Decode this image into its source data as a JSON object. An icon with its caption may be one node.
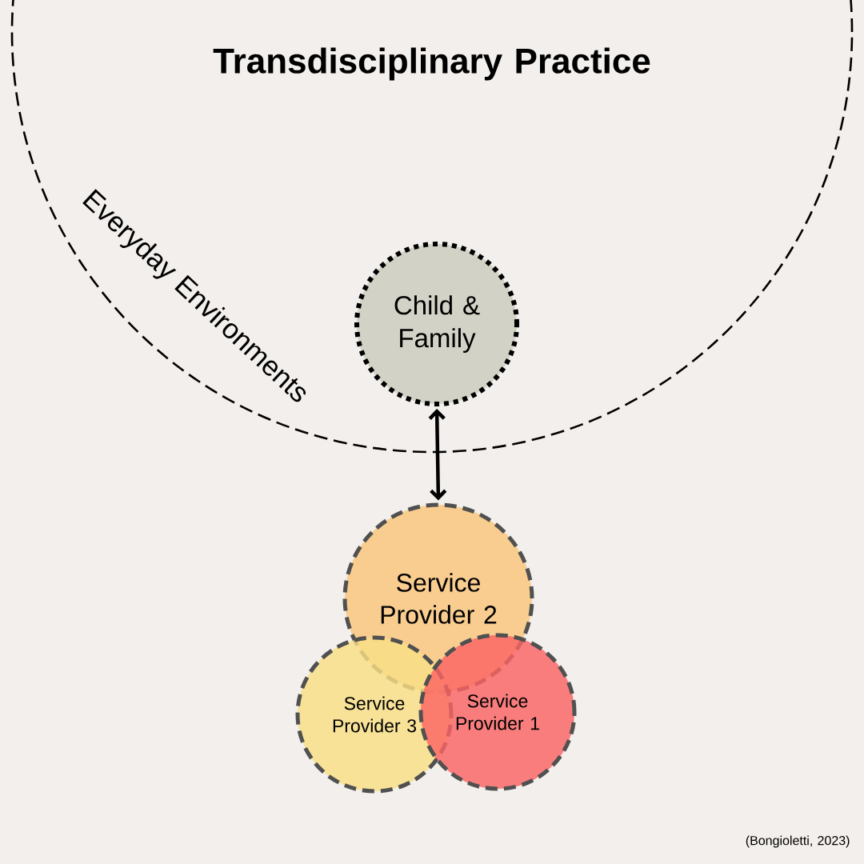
{
  "diagram": {
    "caption": "(Bongioletti, 2023)",
    "nodes": [
      {
        "text": [
          "Transdisciplinary Practice",
          "Everyday Environments"
        ]
      },
      {
        "text": [
          "Child & Family"
        ],
        "in": 0
      },
      {
        "text": [
          "Service Provider 2"
        ]
      },
      {
        "text": [
          "Service Provider 3"
        ]
      },
      {
        "text": [
          "Service Provider 1"
        ]
      }
    ],
    "edges": [
      {
        "from": 1,
        "to": 2,
        "arrow": "both"
      }
    ]
  }
}
